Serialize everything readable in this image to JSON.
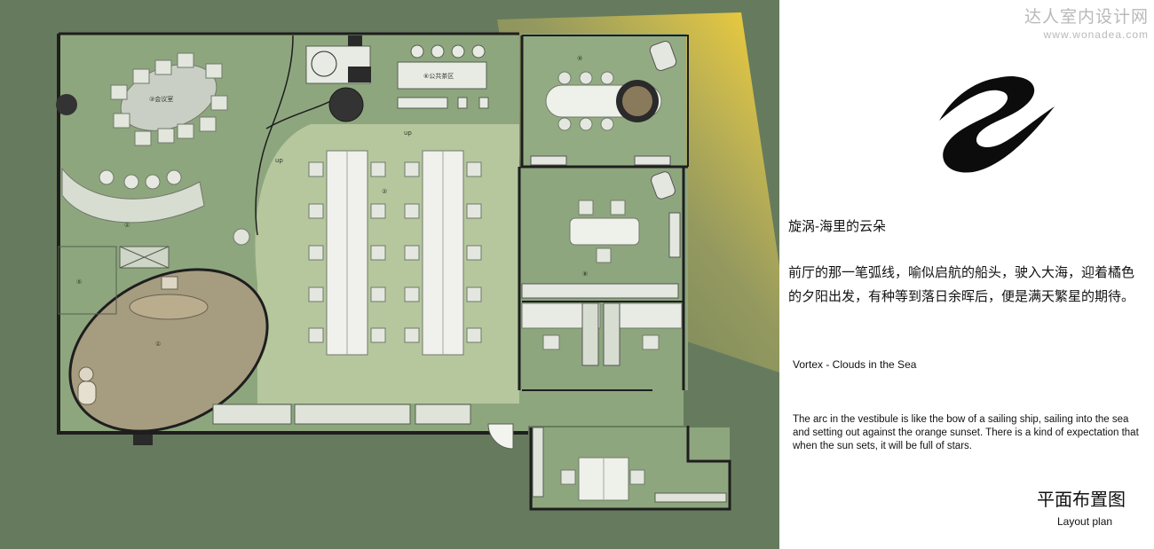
{
  "watermark": {
    "cn": "达人室内设计网",
    "url": "www.wonadea.com"
  },
  "logo": {
    "name": "vortex-logo-icon"
  },
  "plan": {
    "rooms": {
      "meeting": "③会议室",
      "tea": "⑥公共茶区",
      "top_right": "⑨",
      "open_office": "②",
      "manager": "⑧",
      "reception": "①",
      "entry": "⑤",
      "lounge": "①"
    },
    "labels": {
      "up": "up"
    },
    "colors": {
      "background": "#667b5d",
      "floor": "#8fa77f",
      "wall": "#1e1e1e",
      "light": "#f6d24a"
    }
  },
  "text": {
    "title_cn": "旋涡-海里的云朵",
    "desc_cn": "前厅的那一笔弧线，喻似启航的船头，驶入大海，迎着橘色的夕阳出发，有种等到落日余晖后，便是满天繁星的期待。",
    "title_en": "Vortex - Clouds in the Sea",
    "desc_en": "The arc in the vestibule is like the bow of a sailing ship, sailing into the sea and setting out against the orange sunset. There is a kind of expectation that when the sun sets, it will be full of stars.",
    "caption_cn": "平面布置图",
    "caption_en": "Layout plan"
  }
}
